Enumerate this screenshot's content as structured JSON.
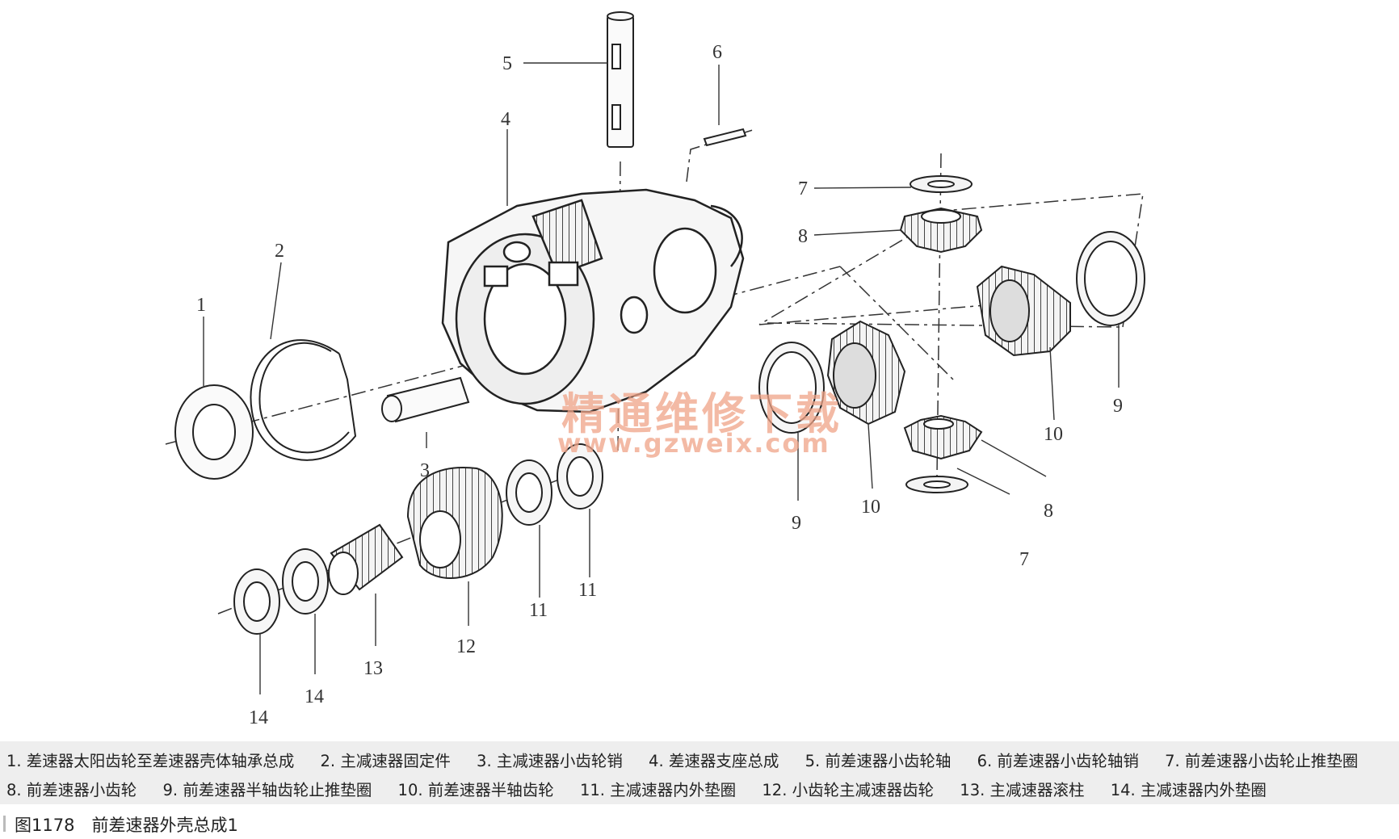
{
  "callouts": {
    "c1": "1",
    "c2": "2",
    "c3": "3",
    "c4": "4",
    "c5": "5",
    "c6": "6",
    "c7a": "7",
    "c7b": "7",
    "c8a": "8",
    "c8b": "8",
    "c9a": "9",
    "c9b": "9",
    "c10a": "10",
    "c10b": "10",
    "c11a": "11",
    "c11b": "11",
    "c12": "12",
    "c13": "13",
    "c14a": "14",
    "c14b": "14"
  },
  "watermark": {
    "chinese": "精通维修下载",
    "url": "www.gzweix.com"
  },
  "legend": {
    "row1": [
      "1. 差速器太阳齿轮至差速器壳体轴承总成",
      "2. 主减速器固定件",
      "3. 主减速器小齿轮销",
      "4. 差速器支座总成",
      "5. 前差速器小齿轮轴",
      "6. 前差速器小齿轮轴销",
      "7. 前差速器小齿轮止推垫圈"
    ],
    "row2": [
      "8. 前差速器小齿轮",
      "9. 前差速器半轴齿轮止推垫圈",
      "10. 前差速器半轴齿轮",
      "11. 主减速器内外垫圈",
      "12. 小齿轮主减速器齿轮",
      "13. 主减速器滚柱",
      "14. 主减速器内外垫圈"
    ]
  },
  "caption": "图1178　前差速器外壳总成1"
}
